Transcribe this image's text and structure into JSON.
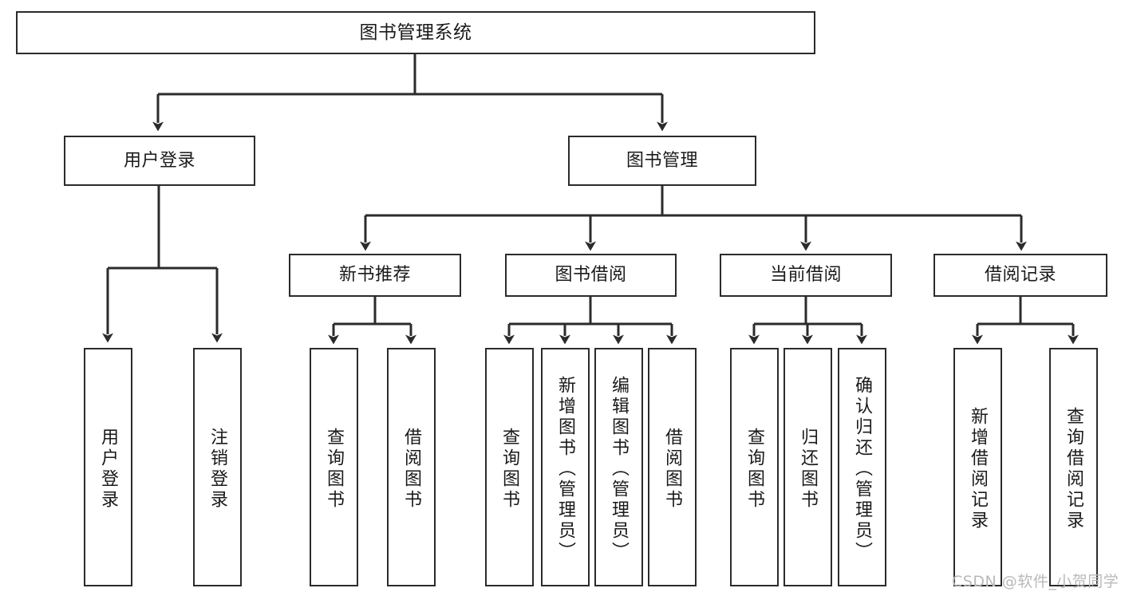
{
  "diagram": {
    "type": "hierarchy-tree",
    "title": "图书管理系统",
    "root": {
      "label": "图书管理系统"
    },
    "level2": [
      {
        "id": "user-login",
        "label": "用户登录"
      },
      {
        "id": "book-management",
        "label": "图书管理"
      }
    ],
    "level3": [
      {
        "id": "new-book-recommend",
        "label": "新书推荐",
        "parent": "book-management"
      },
      {
        "id": "book-borrow",
        "label": "图书借阅",
        "parent": "book-management"
      },
      {
        "id": "current-borrow",
        "label": "当前借阅",
        "parent": "book-management"
      },
      {
        "id": "borrow-record",
        "label": "借阅记录",
        "parent": "book-management"
      }
    ],
    "leaves": [
      {
        "id": "leaf-user-login",
        "label": "用户登录",
        "parent": "user-login"
      },
      {
        "id": "leaf-logout-login",
        "label": "注销登录",
        "parent": "user-login"
      },
      {
        "id": "leaf-query-book-1",
        "label": "查询图书",
        "parent": "new-book-recommend"
      },
      {
        "id": "leaf-borrow-book-1",
        "label": "借阅图书",
        "parent": "new-book-recommend"
      },
      {
        "id": "leaf-query-book-2",
        "label": "查询图书",
        "parent": "book-borrow"
      },
      {
        "id": "leaf-add-book",
        "label": "新增图书（管理员）",
        "parent": "book-borrow"
      },
      {
        "id": "leaf-edit-book",
        "label": "编辑图书（管理员）",
        "parent": "book-borrow"
      },
      {
        "id": "leaf-borrow-book-2",
        "label": "借阅图书",
        "parent": "book-borrow"
      },
      {
        "id": "leaf-query-book-3",
        "label": "查询图书",
        "parent": "current-borrow"
      },
      {
        "id": "leaf-return-book",
        "label": "归还图书",
        "parent": "current-borrow"
      },
      {
        "id": "leaf-confirm-return",
        "label": "确认归还（管理员）",
        "parent": "current-borrow"
      },
      {
        "id": "leaf-add-record",
        "label": "新增借阅记录",
        "parent": "borrow-record"
      },
      {
        "id": "leaf-query-record",
        "label": "查询借阅记录",
        "parent": "borrow-record"
      }
    ],
    "colors": {
      "stroke": "#2b2b2b",
      "fill": "#ffffff",
      "text": "#1a1a1a",
      "watermark": "#b9b9b9"
    }
  },
  "watermark": {
    "text": "CSDN @软件_小贺同学"
  }
}
